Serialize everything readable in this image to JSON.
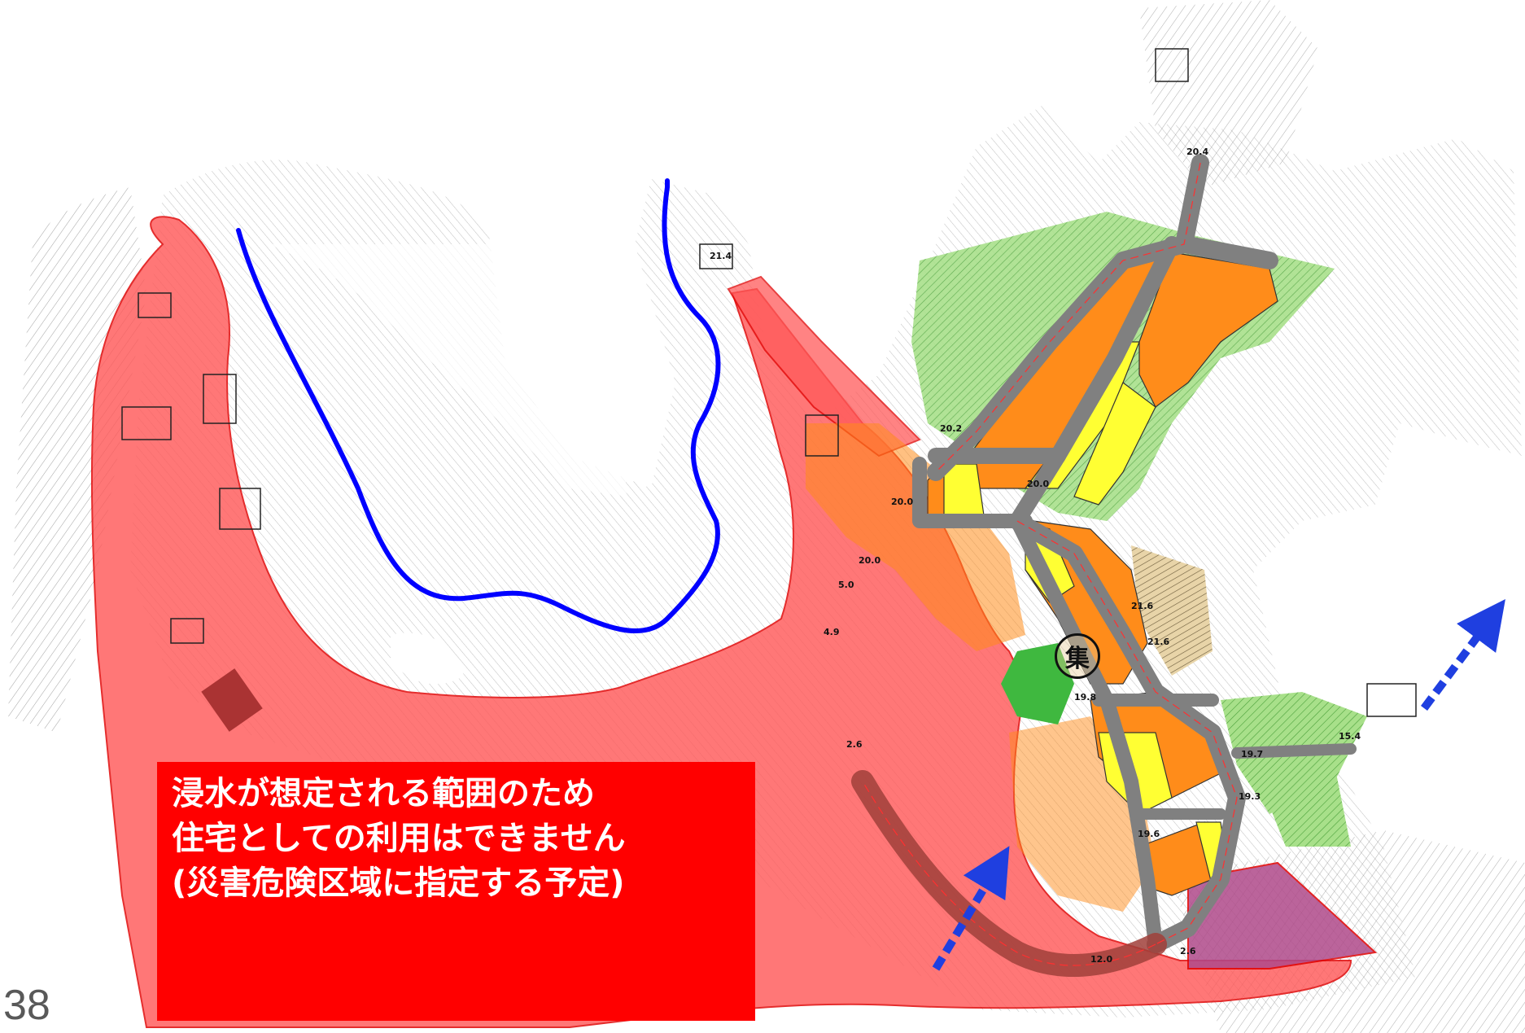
{
  "callout": {
    "lines": [
      "浸水が想定される範囲のため",
      "住宅としての利用はできません",
      "(災害危険区域に指定する予定)"
    ],
    "background_color": "#ff0000",
    "text_color": "#ffffff"
  },
  "page_number": "38",
  "map": {
    "center_marker": "集",
    "elevation_labels": [
      "20.4",
      "21.4",
      "20.2",
      "20.0",
      "20.0",
      "20.0",
      "5.0",
      "4.9",
      "21.6",
      "21.6",
      "19.8",
      "19.7",
      "19.3",
      "19.6",
      "15.4",
      "2.6",
      "12.0",
      "2.6"
    ],
    "colors": {
      "flood_zone": "#ff5a5a",
      "river_line": "#0000ff",
      "residential_lot_orange": "#ff8c1a",
      "residential_lot_yellow": "#ffff33",
      "green_slope": "#7ccf5a",
      "road": "#808080",
      "purple_zone": "#b04a8a",
      "arrow": "#1f3fe0"
    }
  }
}
